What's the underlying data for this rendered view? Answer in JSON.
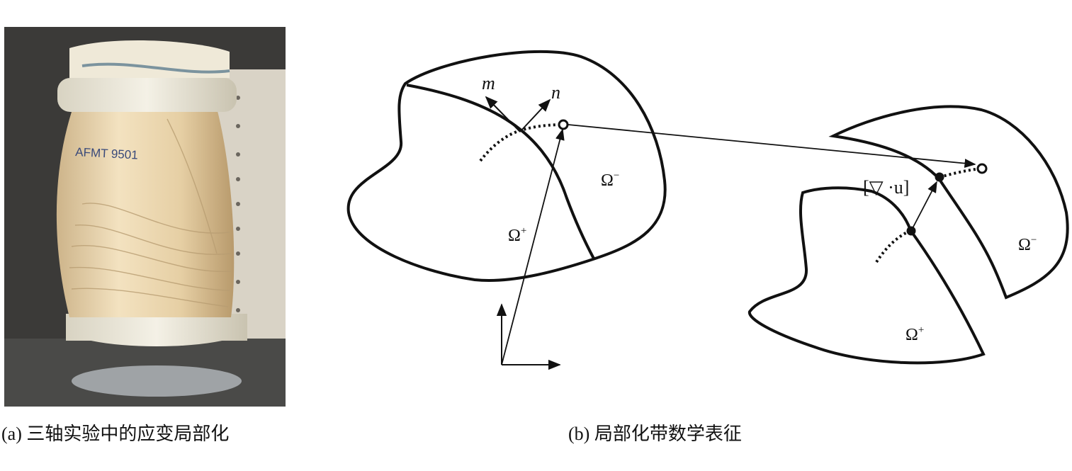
{
  "figure": {
    "caption_a": "(a) 三轴实验中的应变局部化",
    "caption_b": "(b) 局部化带数学表征",
    "specimen_label": "AFMT 9501"
  },
  "diagram": {
    "label_m": "m",
    "label_n": "n",
    "label_omega_minus_left": "Ω",
    "label_omega_minus_left_sup": "−",
    "label_omega_plus_left": "Ω",
    "label_omega_plus_left_sup": "+",
    "label_jump": "[▽ ·u]",
    "label_omega_minus_right": "Ω",
    "label_omega_minus_right_sup": "−",
    "label_omega_plus_right": "Ω",
    "label_omega_plus_right_sup": "+"
  },
  "colors": {
    "stroke": "#111111",
    "specimen": "#ecd7b0",
    "photo_bg": "#3a3a3a"
  }
}
